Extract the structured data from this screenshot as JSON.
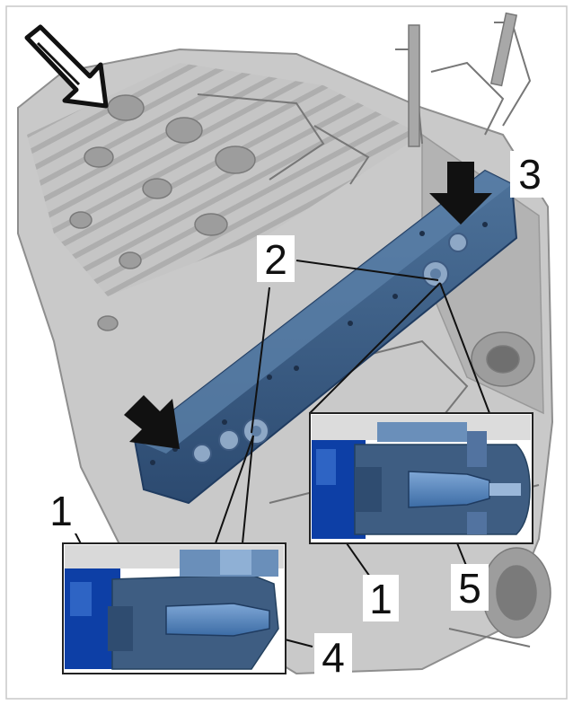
{
  "callouts": {
    "c1_left": "1",
    "c1_right": "1",
    "c2": "2",
    "c3": "3",
    "c4": "4",
    "c5": "5"
  },
  "colors": {
    "tool_blue": "#3b5f86",
    "tool_blue_dark": "#27456a",
    "engine_gray": "#bdbdbd",
    "engine_dark": "#8a8a8a",
    "pin_blue": "#0d3fa6",
    "arrow_black": "#111111"
  },
  "icons": {
    "view_direction": "view-direction-arrow-icon"
  }
}
